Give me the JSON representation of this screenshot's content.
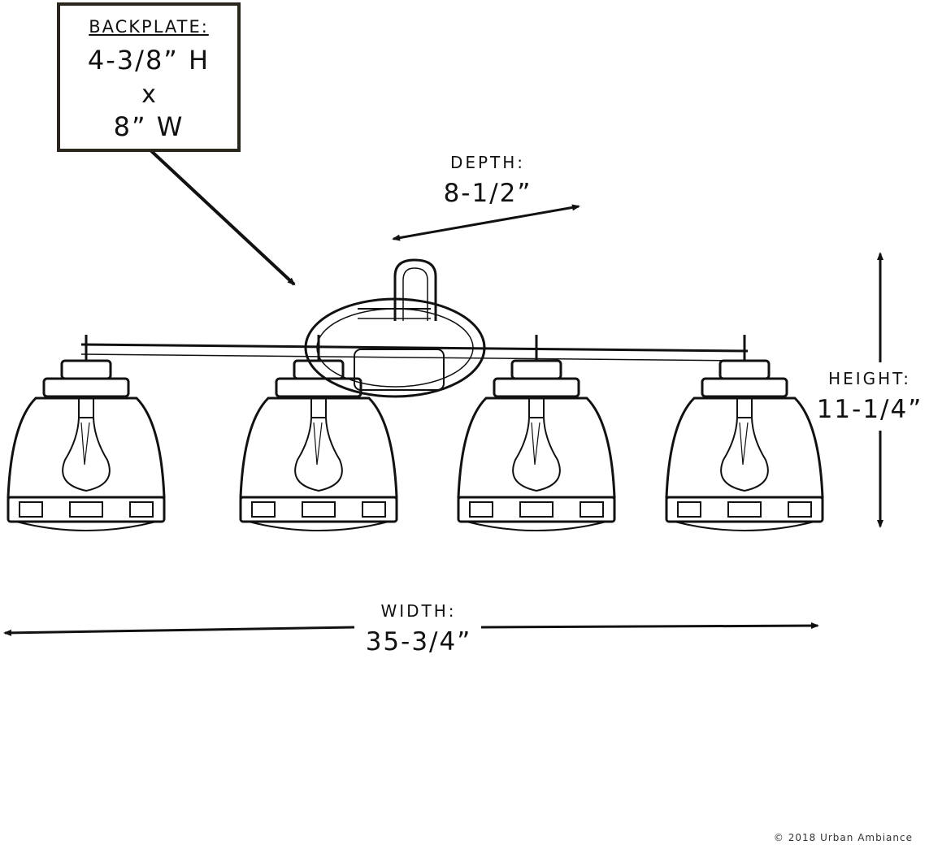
{
  "backplate": {
    "title": "BACKPLATE:",
    "height": "4-3/8” H",
    "times": "x",
    "width": "8” W"
  },
  "depth": {
    "label": "DEPTH:",
    "value": "8-1/2”"
  },
  "height": {
    "label": "HEIGHT:",
    "value": "11-1/4”"
  },
  "width": {
    "label": "WIDTH:",
    "value": "35-3/4”"
  },
  "copyright": "© 2018 Urban Ambiance",
  "colors": {
    "ink": "#111111",
    "box_border": "#2a261c",
    "background": "#ffffff"
  },
  "fixture": {
    "shade_count": 4
  }
}
